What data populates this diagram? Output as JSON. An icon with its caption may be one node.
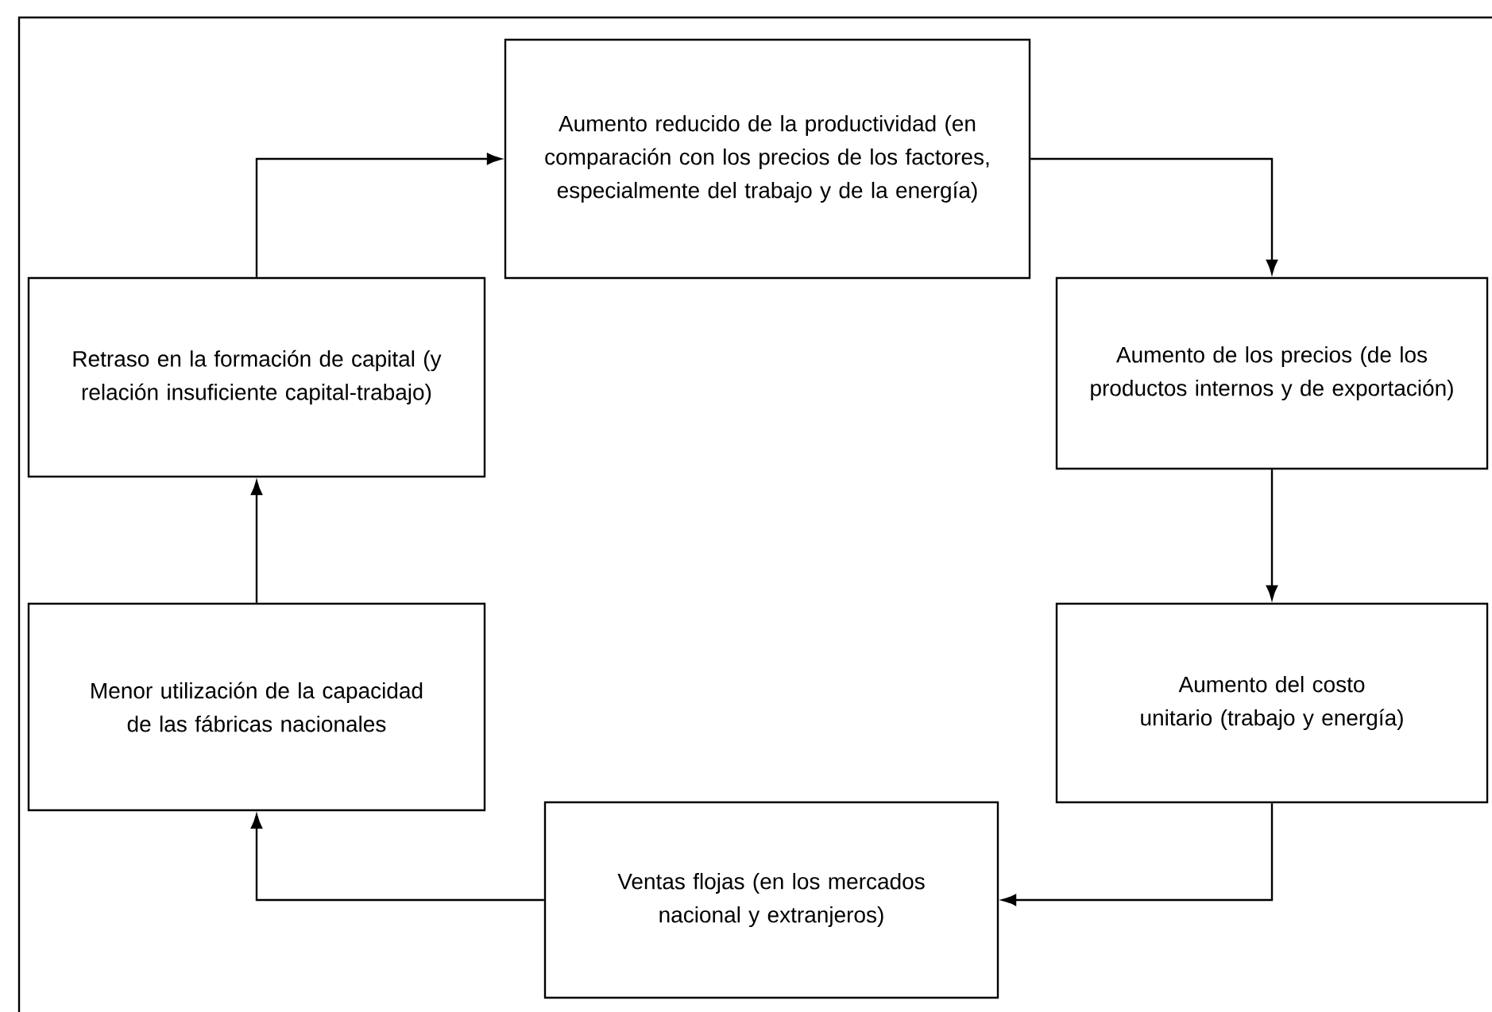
{
  "diagram": {
    "nodes": [
      {
        "text": [
          "Aumento reducido de la productividad (en comparación con los precios de los factores, especialmente del trabajo y de la energía)"
        ]
      },
      {
        "text": [
          "Retraso en la formación de capital (y relación insuficiente capital-trabajo)"
        ]
      },
      {
        "text": [
          "Aumento de los precios (de los productos internos y de exportación)"
        ]
      },
      {
        "text": [
          "Menor utilización de la capacidad de las fábricas nacionales"
        ]
      },
      {
        "text": [
          "Aumento del costo unitario (trabajo y energía)"
        ]
      },
      {
        "text": [
          "Ventas flojas (en los mercados nacional y extranjeros)"
        ]
      }
    ],
    "edges": [
      {
        "from": 0,
        "to": 2,
        "arrow": "to"
      },
      {
        "from": 2,
        "to": 4,
        "arrow": "to"
      },
      {
        "from": 4,
        "to": 5,
        "arrow": "to"
      },
      {
        "from": 5,
        "to": 3,
        "arrow": "to"
      },
      {
        "from": 3,
        "to": 1,
        "arrow": "to"
      },
      {
        "from": 1,
        "to": 0,
        "arrow": "to"
      }
    ]
  }
}
